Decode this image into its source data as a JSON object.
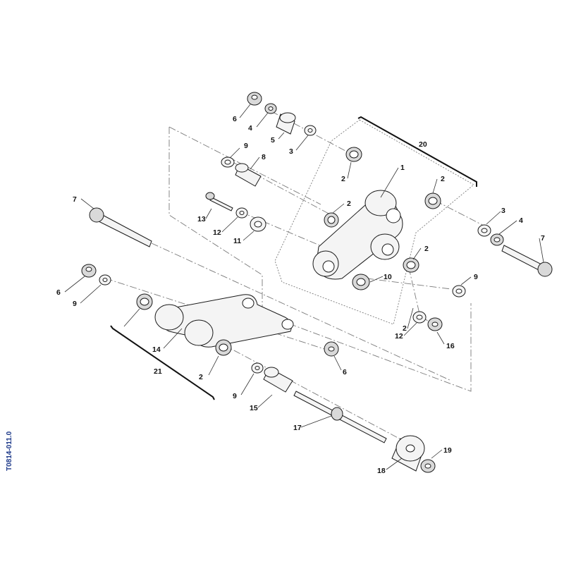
{
  "document_id": "T0814-011.0",
  "callouts": [
    {
      "id": "c6a",
      "text": "6"
    },
    {
      "id": "c4a",
      "text": "4"
    },
    {
      "id": "c5",
      "text": "5"
    },
    {
      "id": "c3a",
      "text": "3"
    },
    {
      "id": "c9a",
      "text": "9"
    },
    {
      "id": "c8",
      "text": "8"
    },
    {
      "id": "c20",
      "text": "20"
    },
    {
      "id": "c2a",
      "text": "2"
    },
    {
      "id": "c1",
      "text": "1"
    },
    {
      "id": "c2b",
      "text": "2"
    },
    {
      "id": "c7a",
      "text": "7"
    },
    {
      "id": "c13",
      "text": "13"
    },
    {
      "id": "c2c",
      "text": "2"
    },
    {
      "id": "c12a",
      "text": "12"
    },
    {
      "id": "c11",
      "text": "11"
    },
    {
      "id": "c3b",
      "text": "3"
    },
    {
      "id": "c4b",
      "text": "4"
    },
    {
      "id": "c7b",
      "text": "7"
    },
    {
      "id": "c2d",
      "text": "2"
    },
    {
      "id": "c6b",
      "text": "6"
    },
    {
      "id": "c9b",
      "text": "9"
    },
    {
      "id": "c10",
      "text": "10"
    },
    {
      "id": "c9c",
      "text": "9"
    },
    {
      "id": "c2e",
      "text": "2"
    },
    {
      "id": "c12b",
      "text": "12"
    },
    {
      "id": "c16",
      "text": "16"
    },
    {
      "id": "c14",
      "text": "14"
    },
    {
      "id": "c21",
      "text": "21"
    },
    {
      "id": "c2f",
      "text": "2"
    },
    {
      "id": "c6c",
      "text": "6"
    },
    {
      "id": "c9d",
      "text": "9"
    },
    {
      "id": "c15",
      "text": "15"
    },
    {
      "id": "c17",
      "text": "17"
    },
    {
      "id": "c19",
      "text": "19"
    },
    {
      "id": "c18",
      "text": "18"
    }
  ]
}
